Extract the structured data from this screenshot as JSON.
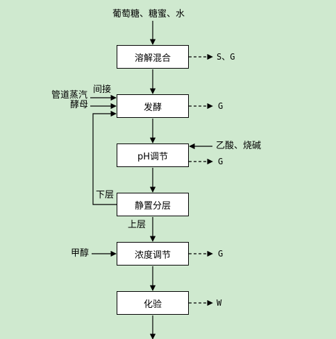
{
  "inputs": {
    "top": "葡萄糖、糖蜜、水",
    "steam": "管道蒸汽",
    "indirect": "间接",
    "yeast": "酵母",
    "acid_base": "乙酸、烧碱",
    "methanol": "甲醇"
  },
  "steps": [
    {
      "id": "mix",
      "label": "溶解混合",
      "emission": "S、G"
    },
    {
      "id": "ferment",
      "label": "发酵",
      "emission": "G"
    },
    {
      "id": "ph",
      "label": "pH调节",
      "emission": "G"
    },
    {
      "id": "settle",
      "label": "静置分层",
      "emission": ""
    },
    {
      "id": "conc",
      "label": "浓度调节",
      "emission": "G"
    },
    {
      "id": "test",
      "label": "化验",
      "emission": "W"
    }
  ],
  "branch_labels": {
    "lower": "下层",
    "upper": "上层"
  }
}
